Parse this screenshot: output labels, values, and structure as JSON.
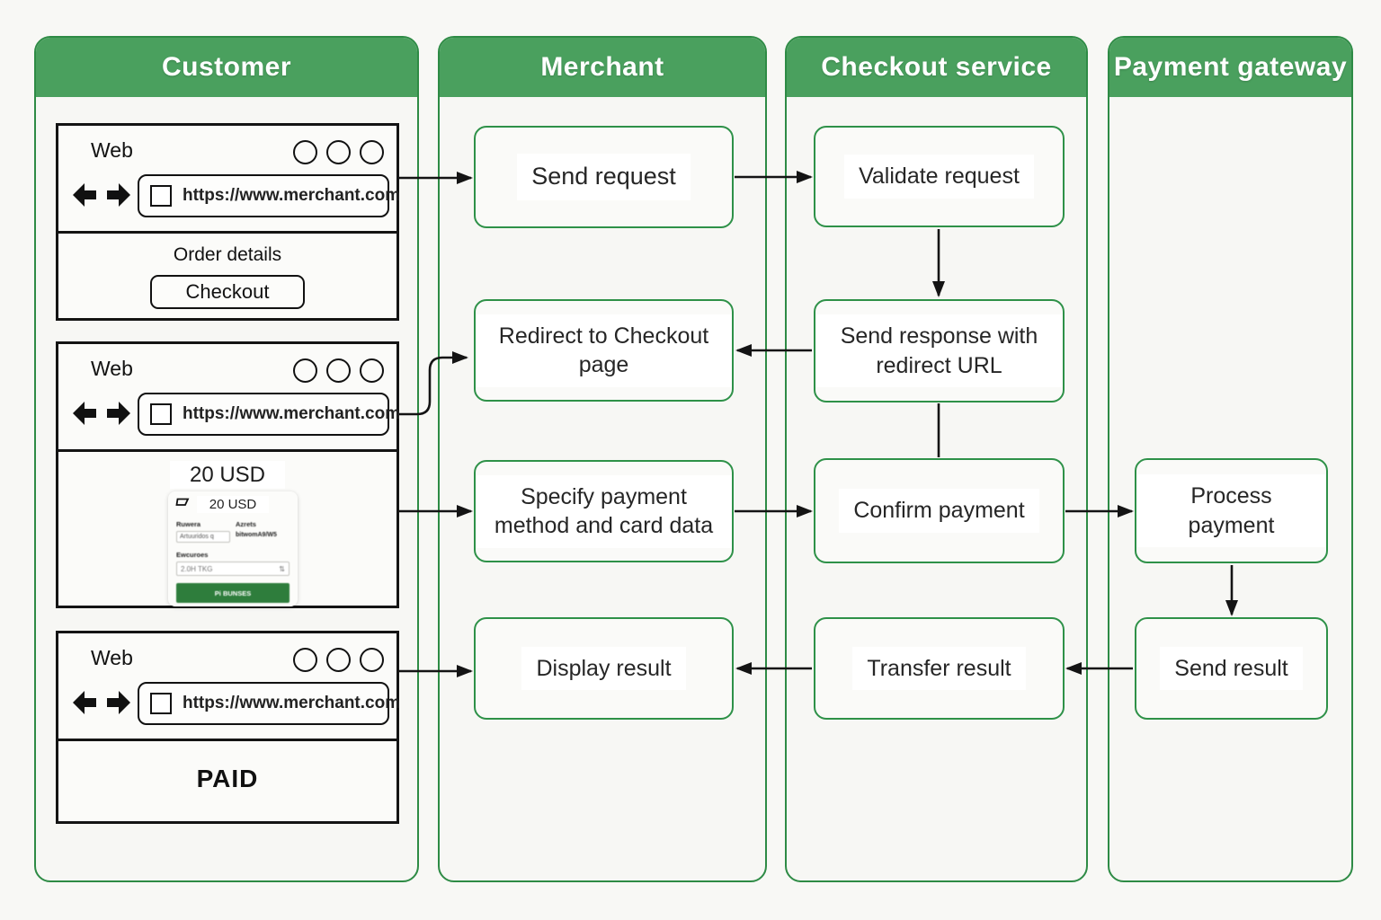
{
  "diagram": {
    "lanes": [
      {
        "title": "Customer"
      },
      {
        "title": "Merchant",
        "boxes": [
          {
            "label": "Send request"
          },
          {
            "label": "Redirect to Checkout page"
          },
          {
            "label": "Specify payment method and card data"
          },
          {
            "label": "Display result"
          }
        ]
      },
      {
        "title": "Checkout service",
        "boxes": [
          {
            "label": "Validate request"
          },
          {
            "label": "Send response with redirect URL"
          },
          {
            "label": "Confirm payment"
          },
          {
            "label": "Transfer result"
          }
        ]
      },
      {
        "title": "Payment gateway",
        "boxes": [
          {
            "label": "Process payment"
          },
          {
            "label": "Send result"
          }
        ]
      }
    ]
  },
  "browsers": [
    {
      "app_label": "Web",
      "url": "https://www.merchant.com",
      "order_heading": "Order details",
      "checkout_button": "Checkout"
    },
    {
      "app_label": "Web",
      "url": "https://www.merchant.com",
      "amount_heading": "20 USD",
      "payment_card": {
        "amount": "20 USD",
        "field1_label": "Ruwera",
        "field1_value": "Artuuridos q",
        "field2_label": "Azrets",
        "field2_value": "bitwomA9/W5",
        "expiry_label": "Ewcuroes",
        "expiry_value": "2.0H TKG",
        "stepper_icon": "⇅",
        "pay_button": "Pi BUNSES"
      }
    },
    {
      "app_label": "Web",
      "url": "https://www.merchant.com",
      "status": "PAID"
    }
  ],
  "colors": {
    "lane_header": "#4aa05e",
    "lane_border": "#2e8b45",
    "box_border": "#2e9148",
    "lane_bg": "#f7f7f4",
    "canvas_bg": "#f8f8f5",
    "arrow": "#141414",
    "pay_button_green": "#2e7d3c"
  }
}
